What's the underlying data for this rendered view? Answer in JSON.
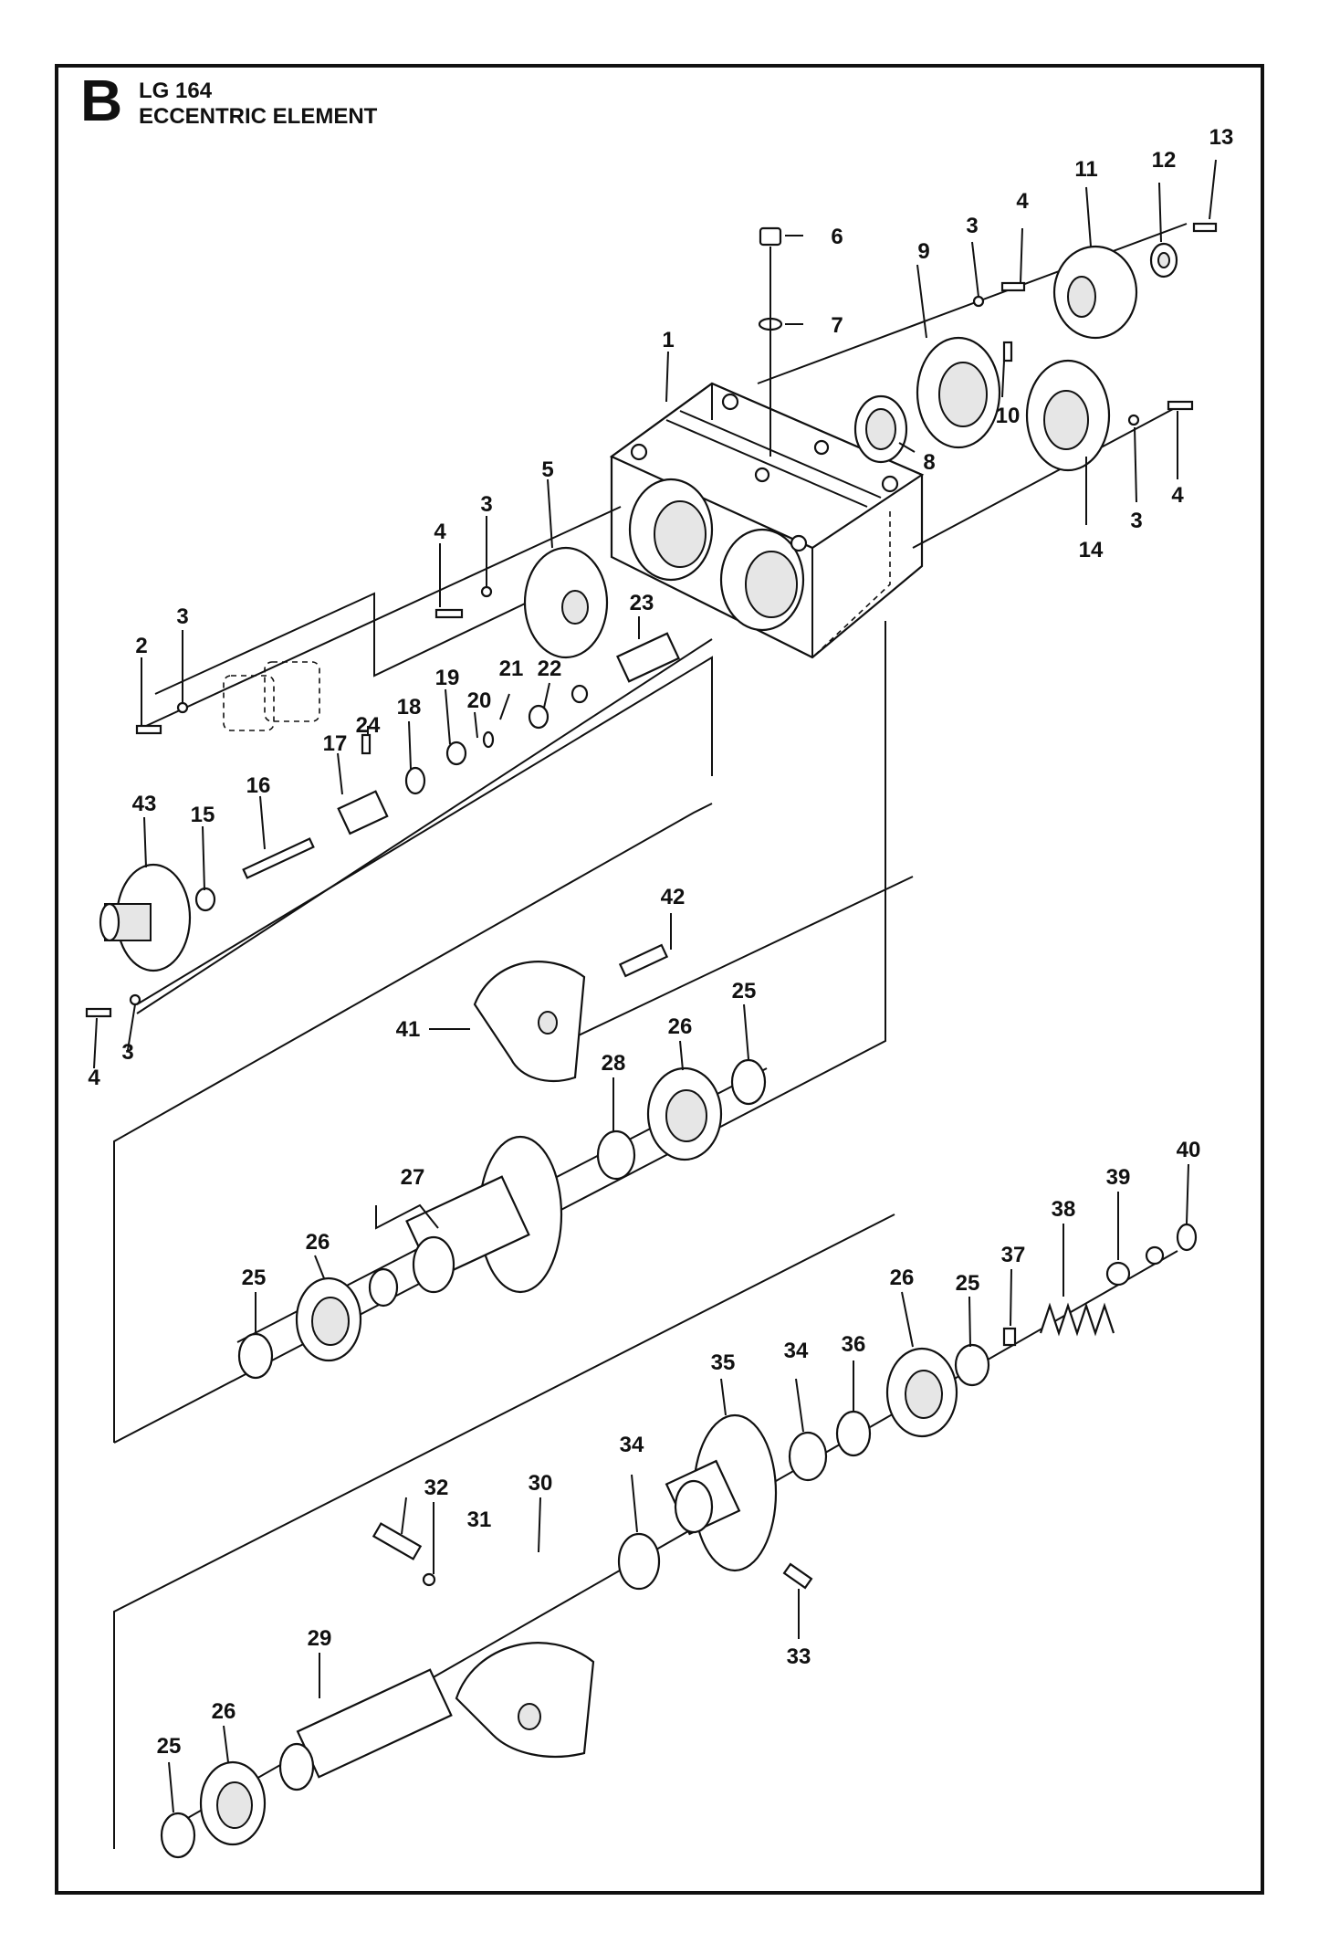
{
  "header": {
    "section_letter": "B",
    "model": "LG 164",
    "title": "ECCENTRIC ELEMENT"
  },
  "callouts": [
    "1",
    "2",
    "3",
    "3",
    "3",
    "3",
    "3",
    "4",
    "4",
    "4",
    "4",
    "5",
    "6",
    "7",
    "8",
    "9",
    "10",
    "11",
    "12",
    "13",
    "14",
    "15",
    "16",
    "17",
    "18",
    "19",
    "20",
    "21",
    "22",
    "23",
    "24",
    "25",
    "25",
    "25",
    "25",
    "26",
    "26",
    "26",
    "26",
    "27",
    "28",
    "29",
    "30",
    "31",
    "32",
    "33",
    "34",
    "34",
    "35",
    "36",
    "37",
    "38",
    "39",
    "40",
    "41",
    "42",
    "43"
  ]
}
